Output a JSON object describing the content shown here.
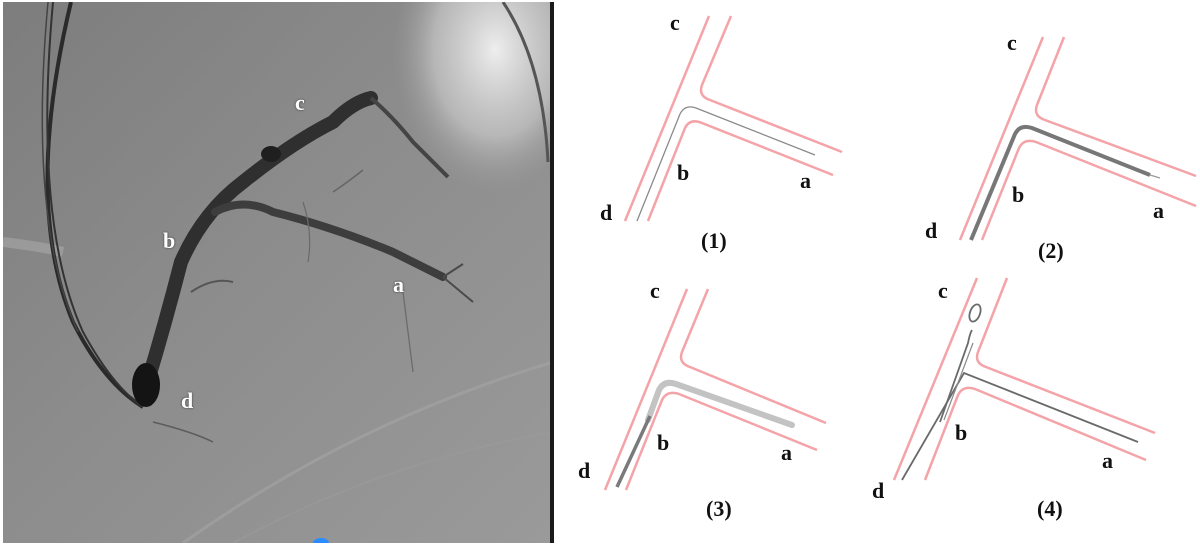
{
  "figure": {
    "angiogram": {
      "labels": {
        "a": "a",
        "b": "b",
        "c": "c",
        "d": "d"
      }
    },
    "panels": [
      {
        "caption": "(1)",
        "labels": {
          "a": "a",
          "b": "b",
          "c": "c",
          "d": "d"
        },
        "description": "guidewire (thin) from d through b into branch a"
      },
      {
        "caption": "(2)",
        "labels": {
          "a": "a",
          "b": "b",
          "c": "c",
          "d": "d"
        },
        "description": "thicker device advanced over wire into branch a"
      },
      {
        "caption": "(3)",
        "labels": {
          "a": "a",
          "b": "b",
          "c": "c",
          "d": "d"
        },
        "description": "thick light-gray sheath in branch a with darker segment in d-b"
      },
      {
        "caption": "(4)",
        "labels": {
          "a": "a",
          "b": "b",
          "c": "c",
          "d": "d"
        },
        "description": "wire in branch a plus looped wire in c segment"
      }
    ],
    "colors": {
      "vessel_wall": "#f4a3a8",
      "wire": "#7a7a7a",
      "device_dark": "#666666",
      "device_light": "#bdbdbd",
      "label": "#111111",
      "angio_bg": "#8a8a8a"
    }
  }
}
